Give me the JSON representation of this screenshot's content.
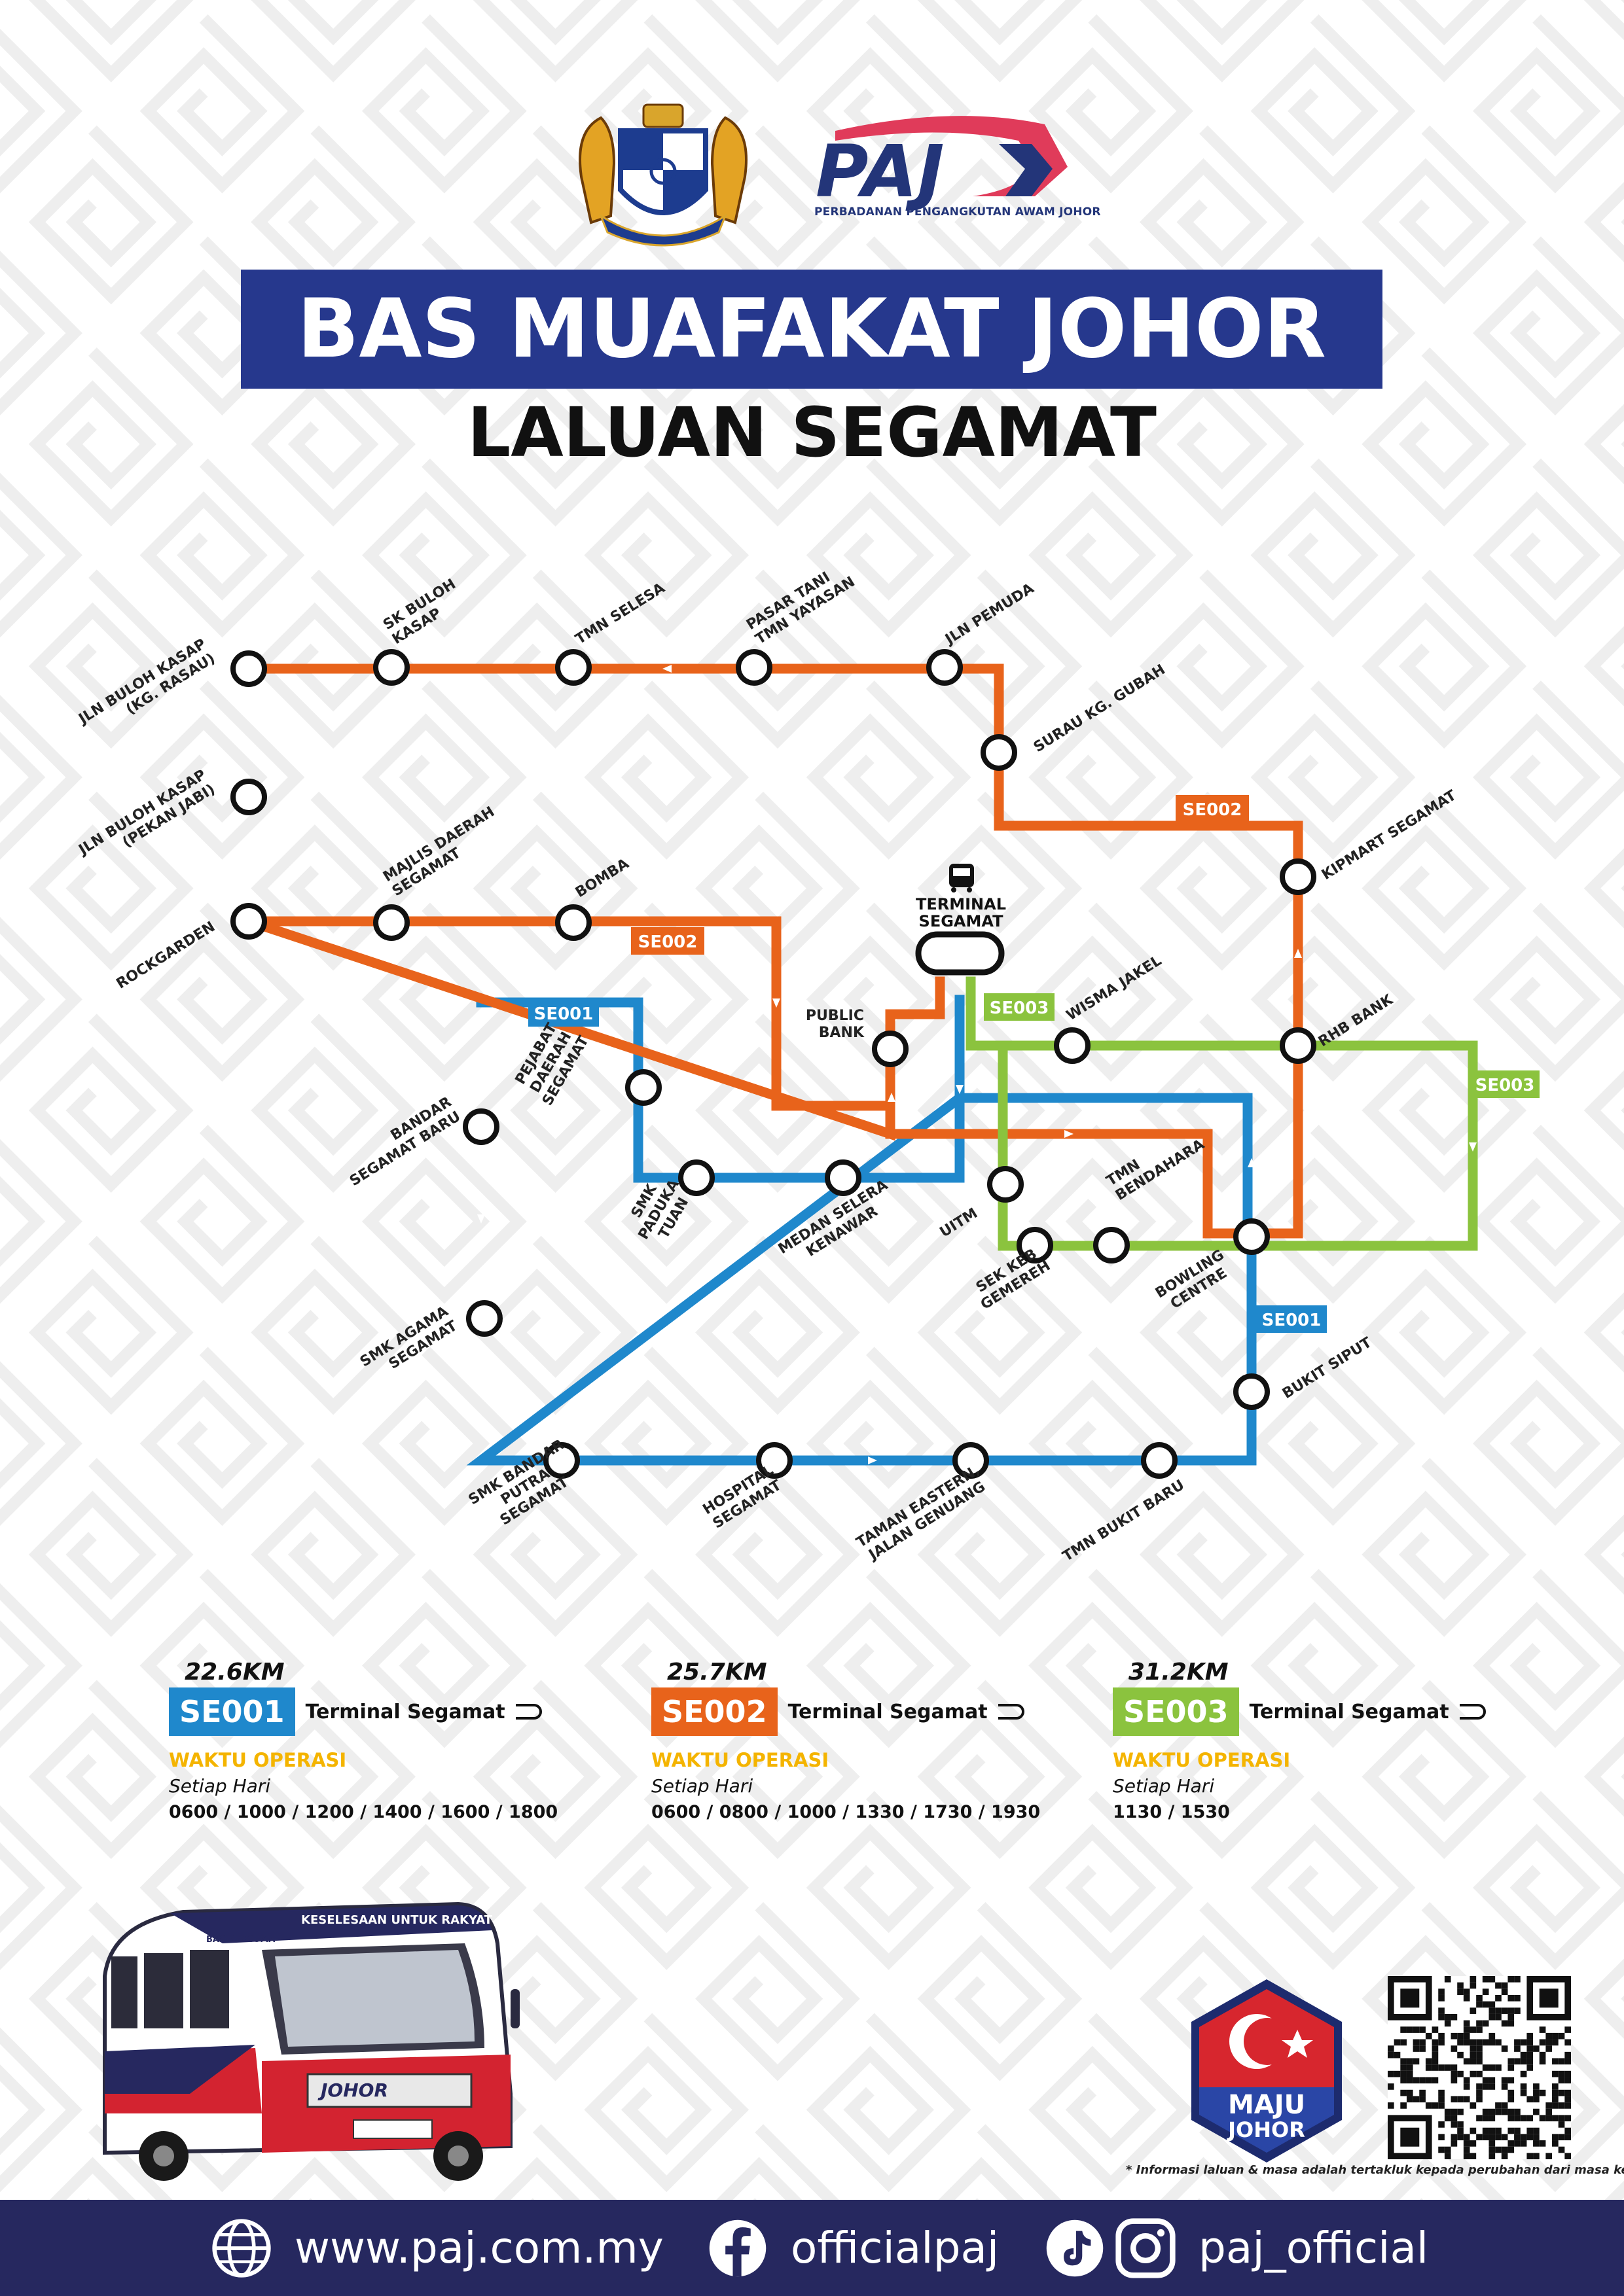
{
  "header": {
    "paj_logo_text": "PAJ",
    "paj_org": "PERBADANAN PENGANGKUTAN AWAM JOHOR",
    "title": "BAS MUAFAKAT JOHOR",
    "subtitle": "LALUAN SEGAMAT"
  },
  "colors": {
    "se001": "#1f88cc",
    "se002": "#e8631b",
    "se003": "#8bc33e",
    "navy": "#26388d",
    "gold": "#f4b400"
  },
  "terminal": {
    "label1": "TERMINAL",
    "label2": "SEGAMAT"
  },
  "route_tags": {
    "se001": "SE001",
    "se002": "SE002",
    "se003": "SE003"
  },
  "stops": {
    "jln_buloh_kasap_rasau": [
      "JLN BULOH KASAP",
      "(KG. RASAU)"
    ],
    "sk_buloh_kasap": [
      "SK BULOH",
      "KASAP"
    ],
    "tmn_selesa": [
      "TMN SELESA"
    ],
    "pasar_tani": [
      "PASAR TANI",
      "TMN YAYASAN"
    ],
    "jln_pemuda": [
      "JLN PEMUDA"
    ],
    "surau_kg_gubah": [
      "SURAU KG. GUBAH"
    ],
    "jln_buloh_kasap_jabi": [
      "JLN BULOH KASAP",
      "(PEKAN JABI)"
    ],
    "majlis_daerah": [
      "MAJLIS DAERAH",
      "SEGAMAT"
    ],
    "bomba": [
      "BOMBA"
    ],
    "rockgarden": [
      "ROCKGARDEN"
    ],
    "kipmart": [
      "KIPMART SEGAMAT"
    ],
    "public_bank": [
      "PUBLIC",
      "BANK"
    ],
    "wisma_jakel": [
      "WISMA JAKEL"
    ],
    "rhb_bank": [
      "RHB BANK"
    ],
    "pejabat_daerah": [
      "PEJABAT",
      "DAERAH",
      "SEGAMAT"
    ],
    "bandar_segamat_baru": [
      "BANDAR",
      "SEGAMAT BARU"
    ],
    "smk_paduka_tuan": [
      "SMK",
      "PADUKA",
      "TUAN"
    ],
    "medan_selera": [
      "MEDAN SELERA",
      "KENAWAR"
    ],
    "uitm": [
      "UITM"
    ],
    "tmn_bendahara": [
      "TMN",
      "BENDAHARA"
    ],
    "sek_keb_gemereh": [
      "SEK KEB",
      "GEMEREH"
    ],
    "bowling_centre": [
      "BOWLING",
      "CENTRE"
    ],
    "smk_agama": [
      "SMK AGAMA",
      "SEGAMAT"
    ],
    "bukit_siput": [
      "BUKIT SIPUT"
    ],
    "smk_bandar_putra": [
      "SMK BANDAR",
      "PUTRA",
      "SEGAMAT"
    ],
    "hospital": [
      "HOSPITAL",
      "SEGAMAT"
    ],
    "taman_eastern": [
      "TAMAN EASTERN,",
      "JALAN GENUANG"
    ],
    "tmn_bukit_baru": [
      "TMN BUKIT BARU"
    ]
  },
  "legend": [
    {
      "distance": "22.6KM",
      "code": "SE001",
      "terminal": "Terminal Segamat",
      "waktu_label": "WAKTU OPERASI",
      "days": "Setiap Hari",
      "times": "0600 / 1000 / 1200 / 1400 / 1600 / 1800"
    },
    {
      "distance": "25.7KM",
      "code": "SE002",
      "terminal": "Terminal Segamat",
      "waktu_label": "WAKTU OPERASI",
      "days": "Setiap Hari",
      "times": "0600 / 0800 / 1000 / 1330 / 1730 / 1930"
    },
    {
      "distance": "31.2KM",
      "code": "SE003",
      "terminal": "Terminal Segamat",
      "waktu_label": "WAKTU OPERASI",
      "days": "Setiap Hari",
      "times": "1130 / 1530"
    }
  ],
  "bus": {
    "banner": "KESELESAAN UNTUK RAKYAT",
    "side_small": "BAS PERCUMA",
    "brand": "JOHOR"
  },
  "maju": {
    "line1": "MAJU",
    "line2": "JOHOR"
  },
  "disclaimer": "* Informasi laluan & masa adalah tertakluk kepada perubahan dari masa ke semasa",
  "footer": {
    "website": "www.paj.com.my",
    "facebook": "officialpaj",
    "social": "paj_official"
  }
}
